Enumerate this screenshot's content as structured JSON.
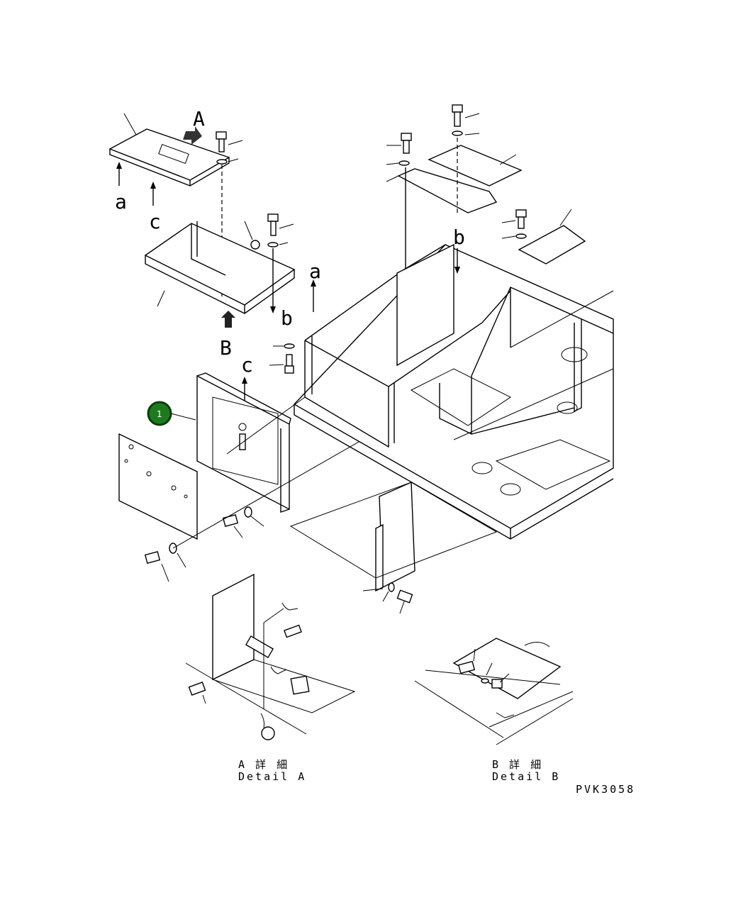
{
  "labels": {
    "view_a": "A",
    "view_b": "B",
    "ref_a_1": "a",
    "ref_a_2": "a",
    "ref_b_1": "b",
    "ref_b_2": "b",
    "ref_c_1": "c",
    "ref_c_2": "c"
  },
  "callout": {
    "number": "1",
    "color": "#1e7a1e",
    "ring_color": "#0d3d0d"
  },
  "detail_a": {
    "title_jp": "A 詳 細",
    "title_en": "Detail A"
  },
  "detail_b": {
    "title_jp": "B 詳 細",
    "title_en": "Detail B"
  },
  "drawing_code": "PVK3058"
}
